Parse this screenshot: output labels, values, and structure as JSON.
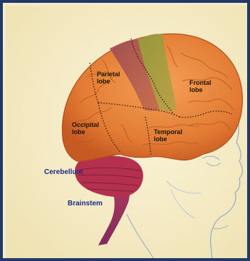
{
  "labels": {
    "parietal": "Parietal\nlobe",
    "frontal": "Frontal\nlobe",
    "occipital": "Occipital\nlobe",
    "temporal": "Temporal\nlobe",
    "cerebellum": "Cerebellum",
    "brainstem": "Brainstem"
  },
  "colors": {
    "frame_border": "#1f3a66",
    "background": "#f4ecc9",
    "cerebrum": "#e8843c",
    "cerebellum": "#b5304f",
    "brainstem": "#9a2f63",
    "motor_strip": "#8f9a3b",
    "sensory_strip": "#9b4a55",
    "label_blue": "#1b2c8a",
    "face_outline": "#9eb3c8"
  }
}
